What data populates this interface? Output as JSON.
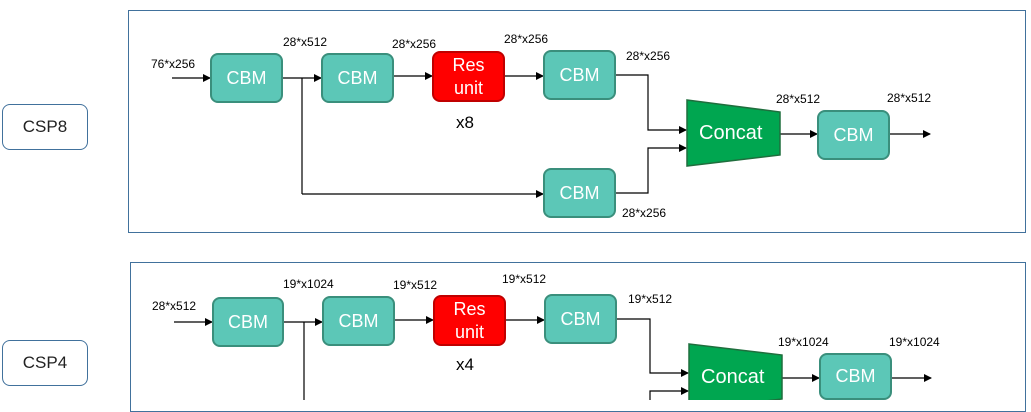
{
  "csp8": {
    "label": "CSP8",
    "node_cbm1": "CBM",
    "node_cbm2": "CBM",
    "res_line1": "Res",
    "res_line2": "unit",
    "node_cbm3": "CBM",
    "node_cbm_bottom": "CBM",
    "concat": "Concat",
    "node_cbm_out": "CBM",
    "multiplier": "x8",
    "dim_input": "76*x256",
    "dim_after_cbm1": "28*x512",
    "dim_after_cbm2": "28*x256",
    "dim_after_res": "28*x256",
    "dim_after_cbm3": "28*x256",
    "dim_bottom": "28*x256",
    "dim_concat_out": "28*x512",
    "dim_output": "28*x512"
  },
  "csp4": {
    "label": "CSP4",
    "node_cbm1": "CBM",
    "node_cbm2": "CBM",
    "res_line1": "Res",
    "res_line2": "unit",
    "node_cbm3": "CBM",
    "concat": "Concat",
    "node_cbm_out": "CBM",
    "multiplier": "x4",
    "dim_input": "28*x512",
    "dim_after_cbm1": "19*x1024",
    "dim_after_cbm2": "19*x512",
    "dim_after_res": "19*x512",
    "dim_after_cbm3": "19*x512",
    "dim_concat_out": "19*x1024",
    "dim_output": "19*x1024"
  },
  "colors": {
    "cbm_fill": "#5cc7b7",
    "res_fill": "#ff0000",
    "concat_fill": "#00a650",
    "panel_border": "#41719c"
  }
}
